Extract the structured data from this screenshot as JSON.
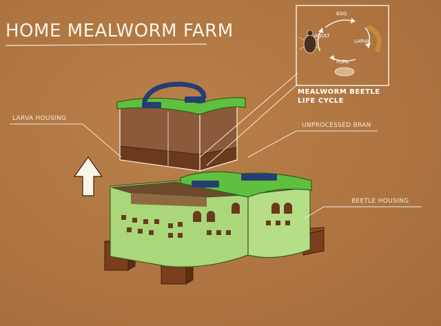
{
  "title": "HOME MEALWORM FARM",
  "labels": {
    "larva_housing": "LARVA HOUSING",
    "unprocessed_bran": "UNPROCESSED BRAN",
    "beetle_housing": "BEETLE HOUSING"
  },
  "life_cycle": {
    "caption_line1": "MEALWORM BEETLE",
    "caption_line2": "LIFE CYCLE",
    "stages": [
      "EGG",
      "LARVA",
      "PUPA",
      "ADULT"
    ]
  },
  "colors": {
    "background": "#b07744",
    "housing_green": "#a9d77a",
    "lid_green": "#5fbf3e",
    "handle_navy": "#243e73",
    "bran_brown": "#6a3a1c",
    "wood": "#7a3e1c"
  }
}
